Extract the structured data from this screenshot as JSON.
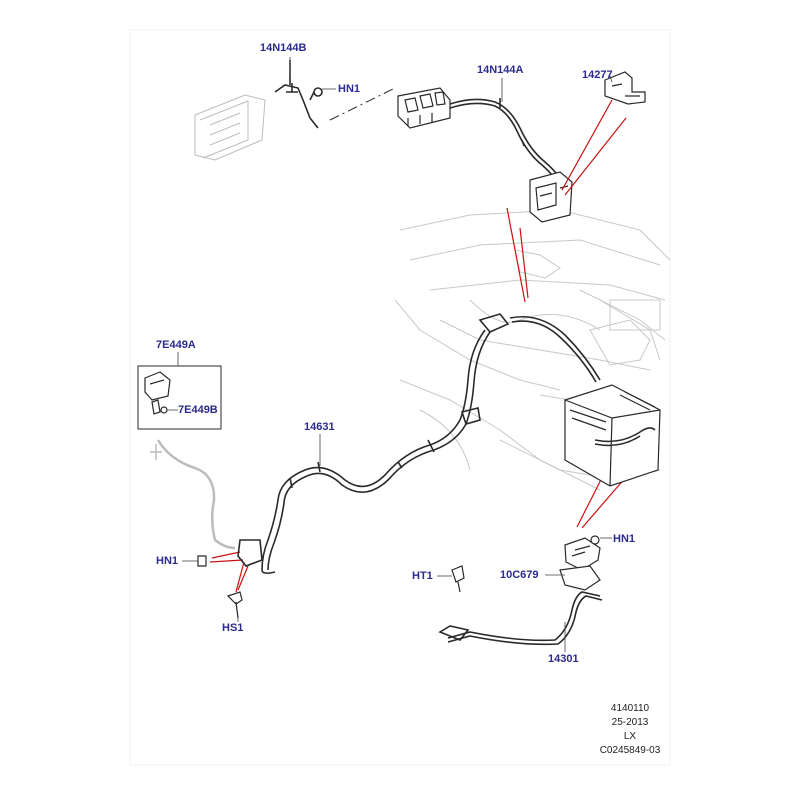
{
  "callouts": {
    "c14N144B": "14N144B",
    "cHN1_top": "HN1",
    "c14N144A": "14N144A",
    "c14277": "14277",
    "c7E449A": "7E449A",
    "c7E449B": "7E449B",
    "c14631": "14631",
    "cHN1_left": "HN1",
    "cHS1": "HS1",
    "cHN1_right": "HN1",
    "cHT1": "HT1",
    "c10C679": "10C679",
    "c14301": "14301"
  },
  "footer": {
    "line1": "4140110",
    "line2": "25-2013",
    "line3": "LX",
    "line4": "C0245849-03"
  },
  "colors": {
    "callout_text": "#2b2a8f",
    "leader_red": "#cc1111",
    "line_art": "#2a2a2a",
    "ghost_art": "#c8c8c8"
  }
}
